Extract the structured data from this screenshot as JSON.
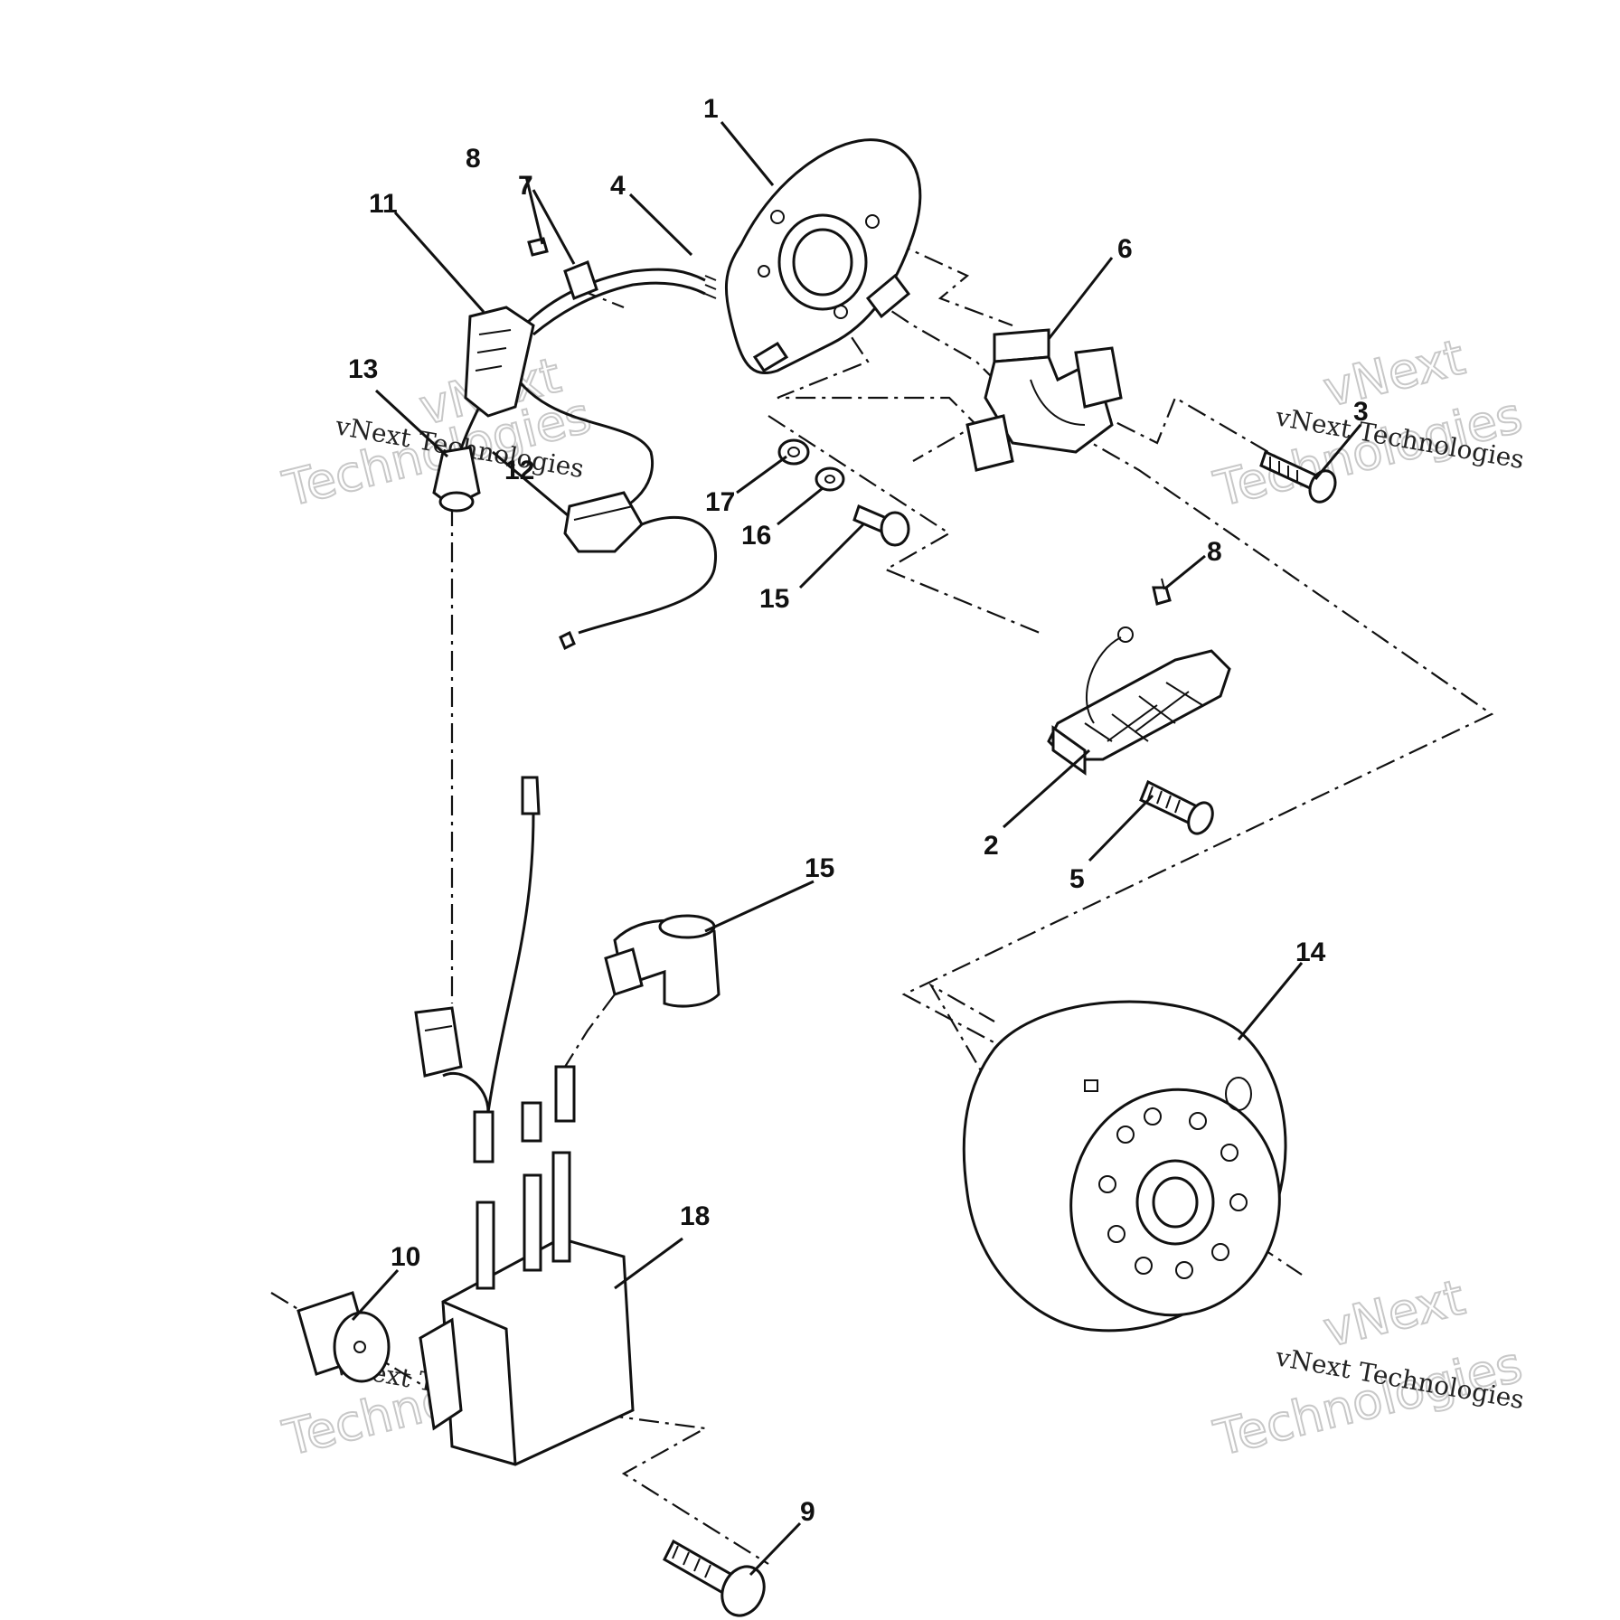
{
  "parts": [
    {
      "id": "p1",
      "label": "1"
    },
    {
      "id": "p2",
      "label": "2"
    },
    {
      "id": "p3",
      "label": "3"
    },
    {
      "id": "p4",
      "label": "4"
    },
    {
      "id": "p5",
      "label": "5"
    },
    {
      "id": "p6",
      "label": "6"
    },
    {
      "id": "p7",
      "label": "7"
    },
    {
      "id": "p8a",
      "label": "8"
    },
    {
      "id": "p8b",
      "label": "8"
    },
    {
      "id": "p9",
      "label": "9"
    },
    {
      "id": "p10",
      "label": "10"
    },
    {
      "id": "p11",
      "label": "11"
    },
    {
      "id": "p12",
      "label": "12"
    },
    {
      "id": "p13",
      "label": "13"
    },
    {
      "id": "p14",
      "label": "14"
    },
    {
      "id": "p15",
      "label": "15"
    },
    {
      "id": "p16",
      "label": "16"
    },
    {
      "id": "p15b",
      "label": "15"
    },
    {
      "id": "p17",
      "label": "17"
    },
    {
      "id": "p18",
      "label": "18"
    }
  ],
  "watermark": {
    "line1": "vNext Technologies",
    "big1": "vNext",
    "big2": "Technologies"
  }
}
